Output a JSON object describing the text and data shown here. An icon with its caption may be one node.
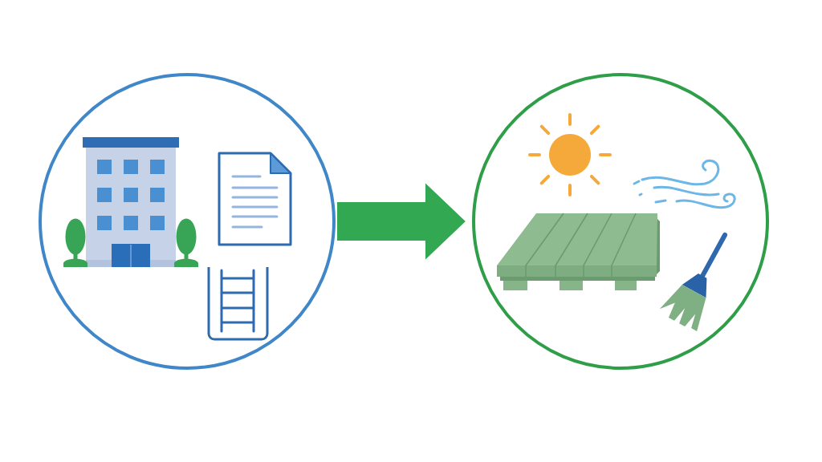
{
  "diagram": {
    "nodes": [
      {
        "text": [],
        "shape": "circle"
      },
      {
        "text": [],
        "shape": "circle"
      }
    ],
    "edges": [
      {
        "from": 0,
        "to": 1,
        "arrow": "to",
        "color": "#33a852"
      }
    ]
  }
}
